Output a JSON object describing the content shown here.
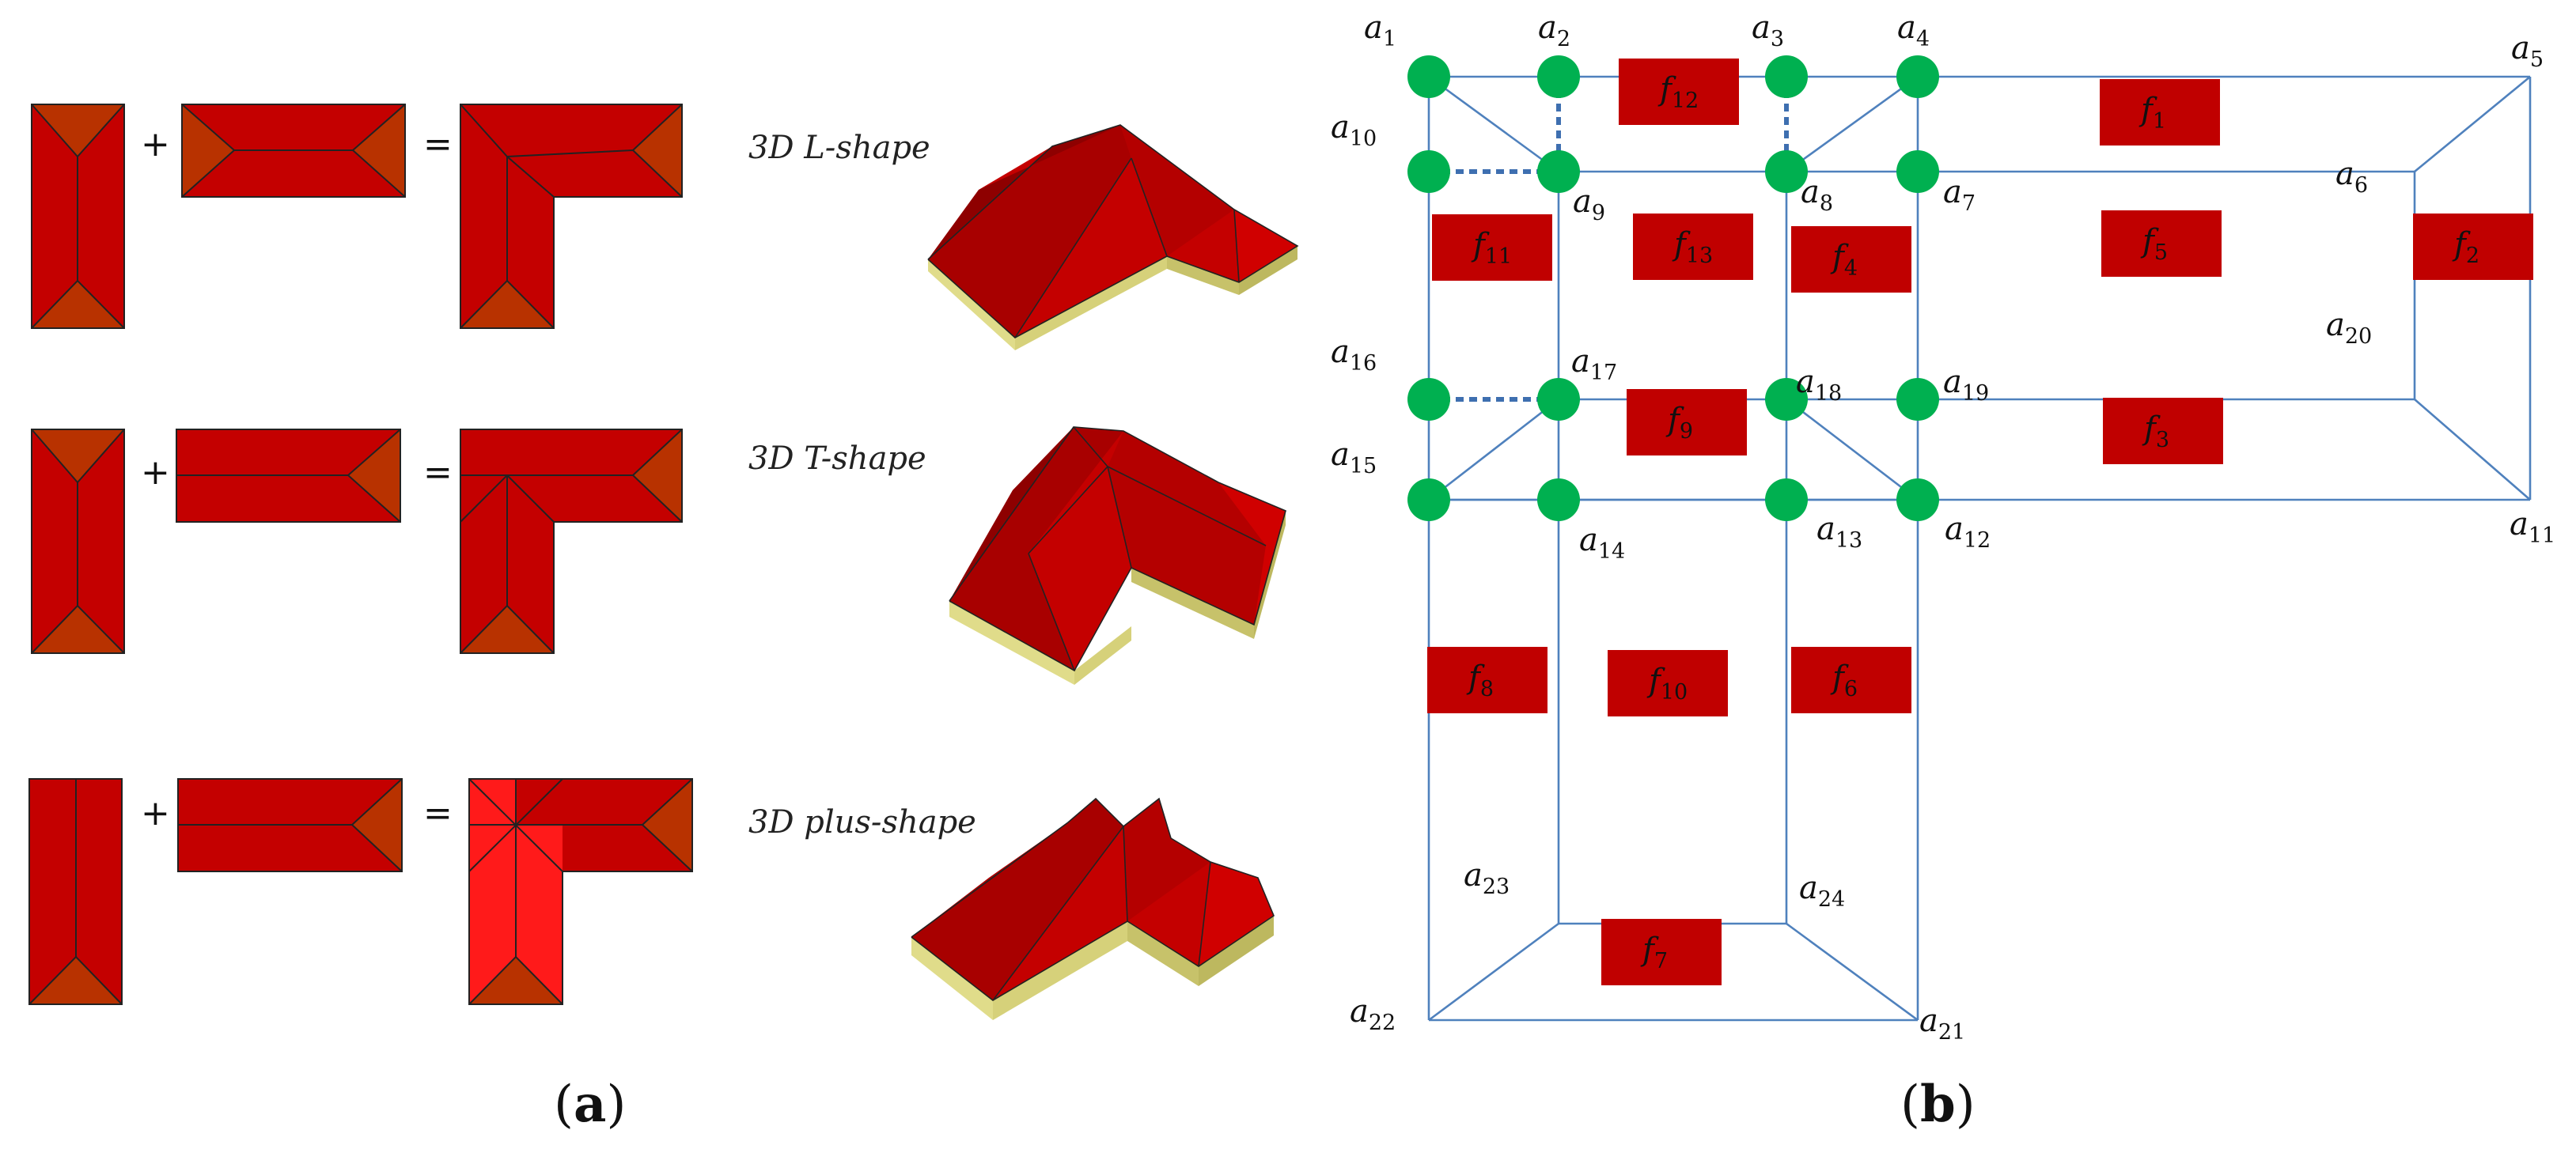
{
  "panel_a": {
    "label_open": "(",
    "label_letter": "a",
    "label_close": ")",
    "plus": "+",
    "equals": "=",
    "rows": [
      {
        "shape_label": "3D L-shape"
      },
      {
        "shape_label": "3D T-shape"
      },
      {
        "shape_label": "3D plus-shape"
      }
    ]
  },
  "panel_b": {
    "label_open": "(",
    "label_letter": "b",
    "label_close": ")",
    "vertex_symbol": "a",
    "face_symbol": "f",
    "vertices": [
      {
        "id": "1",
        "node": true
      },
      {
        "id": "2",
        "node": true
      },
      {
        "id": "3",
        "node": true
      },
      {
        "id": "4",
        "node": true
      },
      {
        "id": "5",
        "node": false
      },
      {
        "id": "6",
        "node": false
      },
      {
        "id": "7",
        "node": true
      },
      {
        "id": "8",
        "node": true
      },
      {
        "id": "9",
        "node": true
      },
      {
        "id": "10",
        "node": true
      },
      {
        "id": "11",
        "node": false
      },
      {
        "id": "12",
        "node": true
      },
      {
        "id": "13",
        "node": true
      },
      {
        "id": "14",
        "node": true
      },
      {
        "id": "15",
        "node": true
      },
      {
        "id": "16",
        "node": true
      },
      {
        "id": "17",
        "node": true
      },
      {
        "id": "18",
        "node": true
      },
      {
        "id": "19",
        "node": true
      },
      {
        "id": "20",
        "node": false
      },
      {
        "id": "21",
        "node": false
      },
      {
        "id": "22",
        "node": false
      },
      {
        "id": "23",
        "node": false
      },
      {
        "id": "24",
        "node": false
      }
    ],
    "faces": [
      "1",
      "2",
      "3",
      "4",
      "5",
      "6",
      "7",
      "8",
      "9",
      "10",
      "11",
      "12",
      "13"
    ],
    "colors": {
      "node": "#00b050",
      "face_box": "#c00000",
      "edge": "#4f81bd"
    }
  }
}
